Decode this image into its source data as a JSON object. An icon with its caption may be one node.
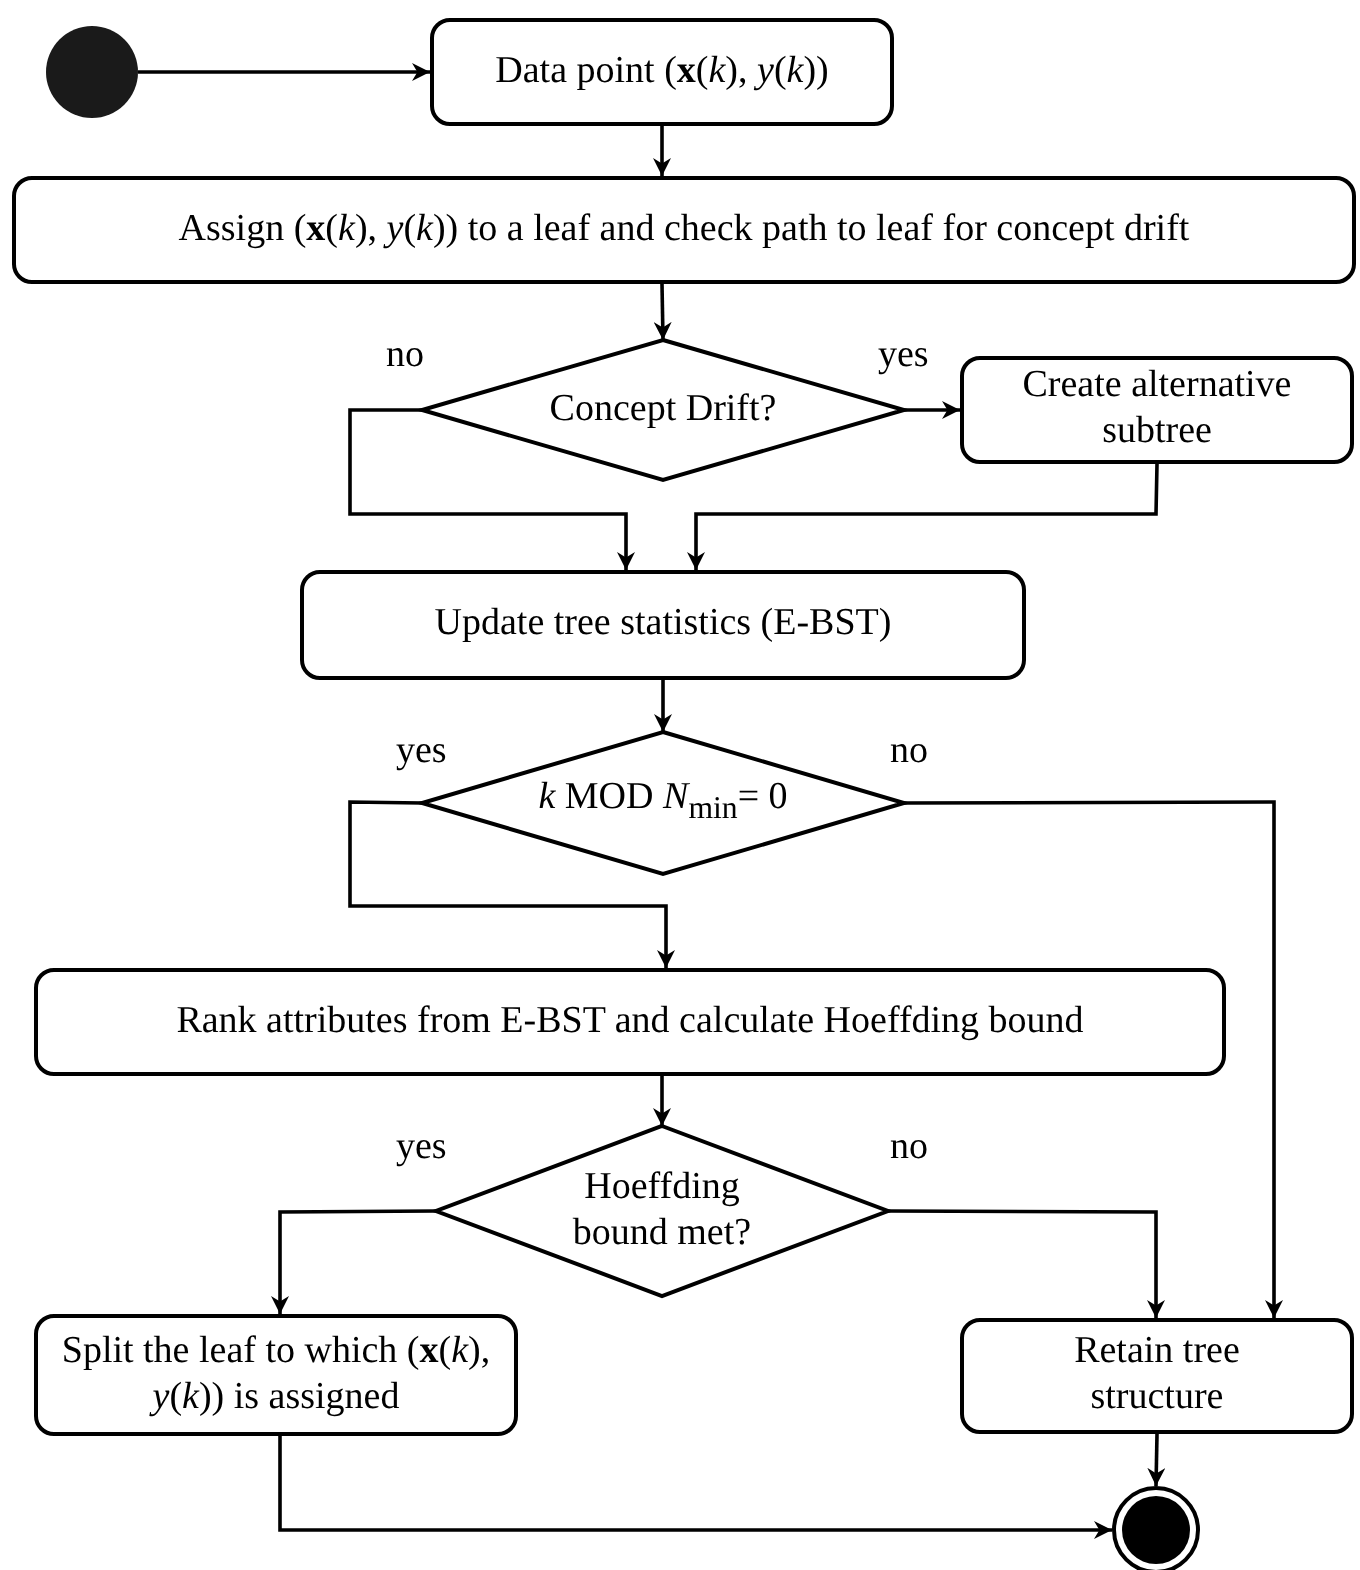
{
  "diagram": {
    "nodes": [
      {
        "text": [],
        "shape": "circle"
      },
      {
        "text": [
          "Data point (**x**(*k*), *y*(*k*))"
        ]
      },
      {
        "text": [
          "Assign (**x**(*k*), *y*(*k*)) to a leaf and check path to leaf for concept drift"
        ]
      },
      {
        "text": [
          "Concept Drift?"
        ]
      },
      {
        "text": [
          "Create alternative subtree"
        ]
      },
      {
        "text": [
          "Update tree statistics (E-BST)"
        ]
      },
      {
        "text": [
          "*k* MOD *N*$_{min}$= 0"
        ]
      },
      {
        "text": [
          "Rank attributes from E-BST and calculate Hoeffding bound"
        ]
      },
      {
        "text": [
          "Hoeffding bound met?"
        ]
      },
      {
        "text": [
          "Split the leaf to which (**x**(*k*), *y*(*k*)) is assigned"
        ]
      },
      {
        "text": [
          "Retain tree structure"
        ]
      },
      {
        "text": [],
        "shape": "circle"
      }
    ],
    "edges": [
      {
        "from": 0,
        "to": 1,
        "arrow": "to"
      },
      {
        "from": 1,
        "to": 2,
        "arrow": "to"
      },
      {
        "from": 2,
        "to": 3,
        "arrow": "to"
      },
      {
        "from": 3,
        "to": 5,
        "arrow": "to",
        "label": "no"
      },
      {
        "from": 3,
        "to": 4,
        "arrow": "to",
        "label": "yes"
      },
      {
        "from": 4,
        "to": 5,
        "arrow": "to"
      },
      {
        "from": 5,
        "to": 6,
        "arrow": "to"
      },
      {
        "from": 6,
        "to": 7,
        "arrow": "to",
        "label": "yes"
      },
      {
        "from": 6,
        "to": 10,
        "arrow": "to",
        "label": "no"
      },
      {
        "from": 7,
        "to": 8,
        "arrow": "to"
      },
      {
        "from": 8,
        "to": 9,
        "arrow": "to",
        "label": "yes"
      },
      {
        "from": 8,
        "to": 10,
        "arrow": "to",
        "label": "no"
      },
      {
        "from": 10,
        "to": 11,
        "arrow": "to"
      },
      {
        "from": 9,
        "to": 11,
        "arrow": "to"
      }
    ]
  }
}
